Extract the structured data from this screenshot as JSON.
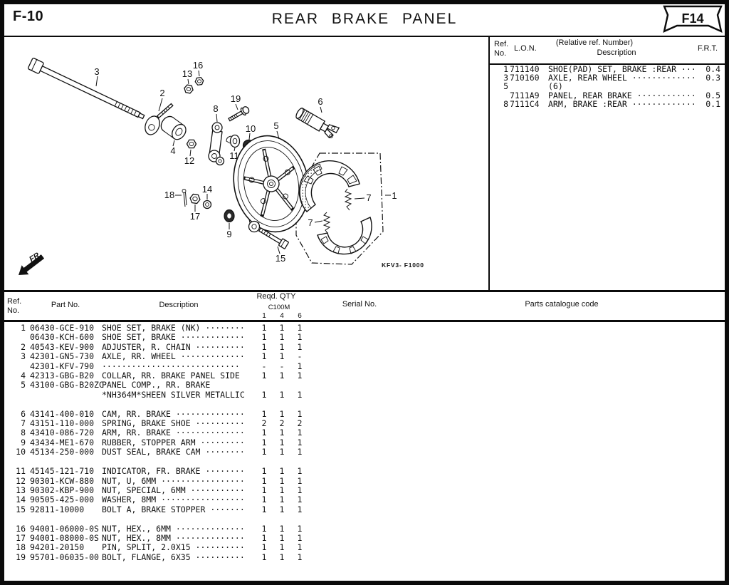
{
  "header": {
    "page_code": "F-10",
    "title": "REAR BRAKE PANEL",
    "tab_code": "F14"
  },
  "ref_table": {
    "col_ref": "Ref.",
    "col_ref2": "No.",
    "col_lon": "L.O.N.",
    "col_desc_note": "(Relative ref. Number)",
    "col_desc": "Description",
    "col_frt": "F.R.T.",
    "rows": [
      {
        "ref": "1",
        "lon": "711140",
        "desc": "SHOE(PAD) SET, BRAKE :REAR ···",
        "frt": "0.4"
      },
      {
        "ref": "3",
        "lon": "710160",
        "desc": "AXLE, REAR WHEEL ·············",
        "frt": "0.3"
      },
      {
        "ref": "5",
        "lon": "",
        "desc": "(6)",
        "frt": ""
      },
      {
        "ref": "",
        "lon": "7111A9",
        "desc": "PANEL, REAR BRAKE ············",
        "frt": "0.5"
      },
      {
        "ref": "8",
        "lon": "7111C4",
        "desc": "ARM, BRAKE :REAR ·············",
        "frt": "0.1"
      }
    ]
  },
  "diagram": {
    "fr_label": "FR.",
    "figure_code": "KFV3- F1000",
    "callouts": [
      "1",
      "2",
      "3",
      "4",
      "5",
      "6",
      "7",
      "7",
      "8",
      "9",
      "10",
      "11",
      "12",
      "13",
      "14",
      "15",
      "16",
      "17",
      "18",
      "19"
    ]
  },
  "parts_table": {
    "col_ref": "Ref.",
    "col_ref2": "No.",
    "col_part": "Part No.",
    "col_desc": "Description",
    "qty_group": "Reqd. QTY",
    "qty_model": "C100M",
    "qty_cols": [
      "1",
      "4",
      "6"
    ],
    "col_serial": "Serial No.",
    "col_catalog": "Parts catalogue code",
    "rows": [
      {
        "ref": "1",
        "part": "06430-GCE-910",
        "desc": "SHOE SET, BRAKE (NK) ········",
        "qty": [
          "1",
          "1",
          "1"
        ]
      },
      {
        "ref": "",
        "part": "06430-KCH-600",
        "desc": "SHOE SET, BRAKE ·············",
        "qty": [
          "1",
          "1",
          "1"
        ]
      },
      {
        "ref": "2",
        "part": "40543-KEV-900",
        "desc": "ADJUSTER, R. CHAIN ··········",
        "qty": [
          "1",
          "1",
          "1"
        ]
      },
      {
        "ref": "3",
        "part": "42301-GN5-730",
        "desc": "AXLE, RR. WHEEL ·············",
        "qty": [
          "1",
          "1",
          "-"
        ]
      },
      {
        "ref": "",
        "part": "42301-KFV-790",
        "desc": "····························",
        "qty": [
          "-",
          "-",
          "1"
        ]
      },
      {
        "ref": "4",
        "part": "42313-GBG-B20",
        "desc": "COLLAR, RR. BRAKE PANEL SIDE",
        "qty": [
          "1",
          "1",
          "1"
        ]
      },
      {
        "ref": "5",
        "part": "43100-GBG-B20ZC",
        "desc": "PANEL COMP., RR. BRAKE",
        "qty": [
          "",
          "",
          ""
        ]
      },
      {
        "ref": "",
        "part": "",
        "desc": "*NH364M*SHEEN SILVER METALLIC",
        "qty": [
          "1",
          "1",
          "1"
        ]
      },
      {
        "spacer": true
      },
      {
        "ref": "6",
        "part": "43141-400-010",
        "desc": "CAM, RR. BRAKE ··············",
        "qty": [
          "1",
          "1",
          "1"
        ]
      },
      {
        "ref": "7",
        "part": "43151-110-000",
        "desc": "SPRING, BRAKE SHOE ··········",
        "qty": [
          "2",
          "2",
          "2"
        ]
      },
      {
        "ref": "8",
        "part": "43410-086-720",
        "desc": "ARM, RR. BRAKE ··············",
        "qty": [
          "1",
          "1",
          "1"
        ]
      },
      {
        "ref": "9",
        "part": "43434-ME1-670",
        "desc": "RUBBER, STOPPER ARM ·········",
        "qty": [
          "1",
          "1",
          "1"
        ]
      },
      {
        "ref": "10",
        "part": "45134-250-000",
        "desc": "DUST SEAL, BRAKE CAM ········",
        "qty": [
          "1",
          "1",
          "1"
        ]
      },
      {
        "spacer": true
      },
      {
        "ref": "11",
        "part": "45145-121-710",
        "desc": "INDICATOR, FR. BRAKE ········",
        "qty": [
          "1",
          "1",
          "1"
        ]
      },
      {
        "ref": "12",
        "part": "90301-KCW-880",
        "desc": "NUT, U, 6MM ·················",
        "qty": [
          "1",
          "1",
          "1"
        ]
      },
      {
        "ref": "13",
        "part": "90302-KBP-900",
        "desc": "NUT, SPECIAL, 6MM ···········",
        "qty": [
          "1",
          "1",
          "1"
        ]
      },
      {
        "ref": "14",
        "part": "90505-425-000",
        "desc": "WASHER, 8MM ·················",
        "qty": [
          "1",
          "1",
          "1"
        ]
      },
      {
        "ref": "15",
        "part": "92811-10000",
        "desc": "BOLT A, BRAKE STOPPER ·······",
        "qty": [
          "1",
          "1",
          "1"
        ]
      },
      {
        "spacer": true
      },
      {
        "ref": "16",
        "part": "94001-06000-0S",
        "desc": "NUT, HEX., 6MM ··············",
        "qty": [
          "1",
          "1",
          "1"
        ]
      },
      {
        "ref": "17",
        "part": "94001-08000-0S",
        "desc": "NUT, HEX., 8MM ··············",
        "qty": [
          "1",
          "1",
          "1"
        ]
      },
      {
        "ref": "18",
        "part": "94201-20150",
        "desc": "PIN, SPLIT, 2.0X15 ··········",
        "qty": [
          "1",
          "1",
          "1"
        ]
      },
      {
        "ref": "19",
        "part": "95701-06035-00",
        "desc": "BOLT, FLANGE, 6X35 ··········",
        "qty": [
          "1",
          "1",
          "1"
        ]
      }
    ]
  }
}
